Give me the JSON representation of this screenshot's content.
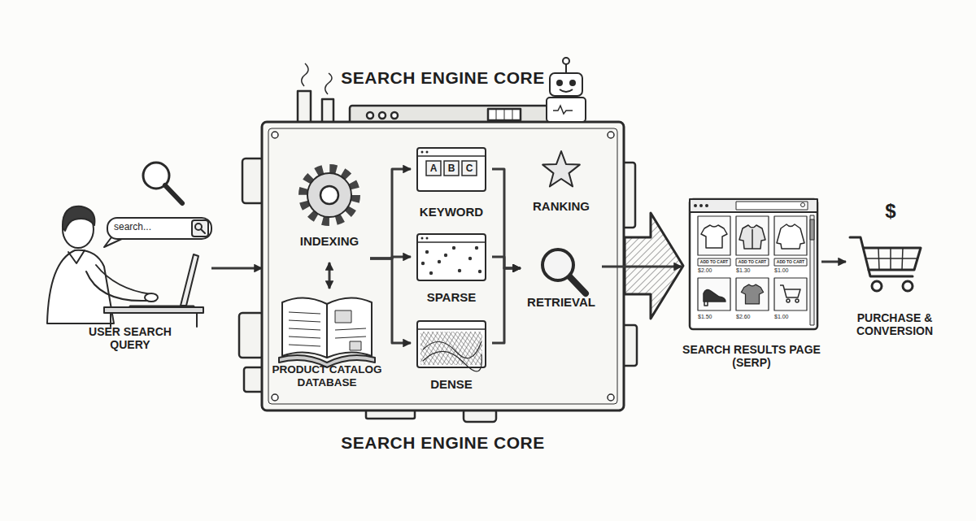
{
  "diagram": {
    "nodes": [
      {
        "text": [
          "search...",
          "USER SEARCH QUERY"
        ]
      },
      {
        "text": [
          "SEARCH ENGINE CORE",
          "SEARCH ENGINE CORE"
        ]
      },
      {
        "text": [
          "INDEXING"
        ],
        "in": 1
      },
      {
        "text": [
          "PRODUCT CATALOG DATABASE"
        ],
        "in": 1
      },
      {
        "text": [
          "KEYWORD"
        ],
        "in": 1
      },
      {
        "text": [
          "SPARSE"
        ],
        "in": 1
      },
      {
        "text": [
          "DENSE"
        ],
        "in": 1
      },
      {
        "text": [
          "RANKING"
        ],
        "in": 1
      },
      {
        "text": [
          "RETRIEVAL"
        ],
        "in": 1
      },
      {
        "text": [
          "SEARCH RESULTS PAGE (SERP)"
        ]
      },
      {
        "text": [
          "PURCHASE & CONVERSION"
        ]
      }
    ],
    "edges": [
      {
        "from": 0,
        "to": 1,
        "arrow": "to"
      },
      {
        "from": 2,
        "to": 3,
        "arrow": "both"
      },
      {
        "from": 2,
        "to": 4,
        "arrow": "to"
      },
      {
        "from": 2,
        "to": 5,
        "arrow": "to"
      },
      {
        "from": 2,
        "to": 6,
        "arrow": "to"
      },
      {
        "from": 4,
        "to": 8,
        "arrow": "to"
      },
      {
        "from": 5,
        "to": 8,
        "arrow": "to"
      },
      {
        "from": 6,
        "to": 8,
        "arrow": "to"
      },
      {
        "from": 8,
        "to": 9,
        "arrow": "to"
      },
      {
        "from": 9,
        "to": 10,
        "arrow": "to"
      }
    ],
    "labels": [
      "A",
      "B",
      "C",
      "ADD TO CART",
      "ADD TO CART",
      "ADD TO CART",
      "$2.00",
      "$1.30",
      "$1.00",
      "$1.50",
      "$2.60",
      "$1.00",
      "$"
    ]
  }
}
